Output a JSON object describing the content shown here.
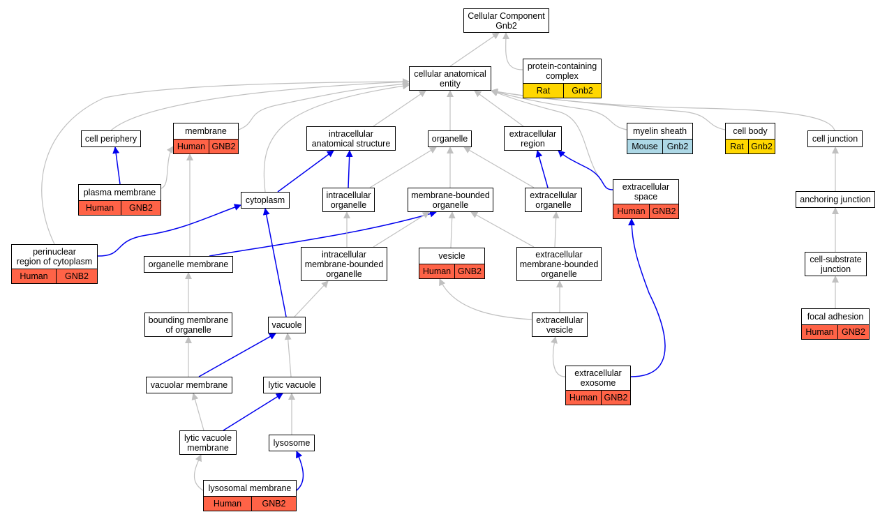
{
  "colors": {
    "edge_grey": "#c0c0c0",
    "edge_blue": "#0000ee",
    "human": "#ff6347",
    "rat": "#ffd700",
    "mouse": "#add8e6"
  },
  "nodes": [
    {
      "id": "root",
      "label": "Cellular Component\nGnb2"
    },
    {
      "id": "cae",
      "label": "cellular anatomical\nentity"
    },
    {
      "id": "pcc",
      "label": "protein-containing\ncomplex",
      "row": {
        "species": "Rat",
        "gene": "Gnb2",
        "color": "#ffd700"
      }
    },
    {
      "id": "cper",
      "label": "cell periphery"
    },
    {
      "id": "memb",
      "label": "membrane",
      "row": {
        "species": "Human",
        "gene": "GNB2",
        "color": "#ff6347"
      }
    },
    {
      "id": "ias",
      "label": "intracellular\nanatomical structure"
    },
    {
      "id": "org",
      "label": "organelle"
    },
    {
      "id": "exreg",
      "label": "extracellular\nregion"
    },
    {
      "id": "myel",
      "label": "myelin sheath",
      "row": {
        "species": "Mouse",
        "gene": "Gnb2",
        "color": "#add8e6"
      }
    },
    {
      "id": "cbody",
      "label": "cell body",
      "row": {
        "species": "Rat",
        "gene": "Gnb2",
        "color": "#ffd700"
      }
    },
    {
      "id": "cjunc",
      "label": "cell junction"
    },
    {
      "id": "pmem",
      "label": "plasma membrane",
      "row": {
        "species": "Human",
        "gene": "GNB2",
        "color": "#ff6347"
      }
    },
    {
      "id": "cyto",
      "label": "cytoplasm"
    },
    {
      "id": "iorg",
      "label": "intracellular\norganelle"
    },
    {
      "id": "mbo",
      "label": "membrane-bounded\norganelle"
    },
    {
      "id": "exorg",
      "label": "extracellular\norganelle"
    },
    {
      "id": "exsp",
      "label": "extracellular\nspace",
      "row": {
        "species": "Human",
        "gene": "GNB2",
        "color": "#ff6347"
      }
    },
    {
      "id": "ajunc",
      "label": "anchoring junction"
    },
    {
      "id": "peri",
      "label": "perinuclear\nregion of cytoplasm",
      "row": {
        "species": "Human",
        "gene": "GNB2",
        "color": "#ff6347"
      }
    },
    {
      "id": "omem",
      "label": "organelle membrane"
    },
    {
      "id": "imbo",
      "label": "intracellular\nmembrane-bounded\norganelle"
    },
    {
      "id": "ves",
      "label": "vesicle",
      "row": {
        "species": "Human",
        "gene": "GNB2",
        "color": "#ff6347"
      }
    },
    {
      "id": "exmbo",
      "label": "extracellular\nmembrane-bounded\norganelle"
    },
    {
      "id": "csj",
      "label": "cell-substrate\njunction"
    },
    {
      "id": "bmo",
      "label": "bounding membrane\nof organelle"
    },
    {
      "id": "vac",
      "label": "vacuole"
    },
    {
      "id": "exves",
      "label": "extracellular\nvesicle"
    },
    {
      "id": "fadh",
      "label": "focal adhesion",
      "row": {
        "species": "Human",
        "gene": "GNB2",
        "color": "#ff6347"
      }
    },
    {
      "id": "vmem",
      "label": "vacuolar membrane"
    },
    {
      "id": "lvac",
      "label": "lytic vacuole"
    },
    {
      "id": "exo",
      "label": "extracellular\nexosome",
      "row": {
        "species": "Human",
        "gene": "GNB2",
        "color": "#ff6347"
      }
    },
    {
      "id": "lvmem",
      "label": "lytic vacuole\nmembrane"
    },
    {
      "id": "lyso",
      "label": "lysosome"
    },
    {
      "id": "lmem",
      "label": "lysosomal membrane",
      "row": {
        "species": "Human",
        "gene": "GNB2",
        "color": "#ff6347"
      }
    }
  ],
  "edges": [
    {
      "from": "cae",
      "to": "root",
      "type": "is_a"
    },
    {
      "from": "pcc",
      "to": "root",
      "type": "is_a"
    },
    {
      "from": "cper",
      "to": "cae",
      "type": "is_a"
    },
    {
      "from": "memb",
      "to": "cae",
      "type": "is_a"
    },
    {
      "from": "ias",
      "to": "cae",
      "type": "is_a"
    },
    {
      "from": "org",
      "to": "cae",
      "type": "is_a"
    },
    {
      "from": "exreg",
      "to": "cae",
      "type": "is_a"
    },
    {
      "from": "myel",
      "to": "cae",
      "type": "is_a"
    },
    {
      "from": "cbody",
      "to": "cae",
      "type": "is_a"
    },
    {
      "from": "cjunc",
      "to": "cae",
      "type": "is_a"
    },
    {
      "from": "cyto",
      "to": "cae",
      "type": "is_a"
    },
    {
      "from": "peri",
      "to": "cae",
      "type": "is_a"
    },
    {
      "from": "exsp",
      "to": "cae",
      "type": "is_a"
    },
    {
      "from": "pmem",
      "to": "cper",
      "type": "part_of"
    },
    {
      "from": "pmem",
      "to": "memb",
      "type": "is_a"
    },
    {
      "from": "omem",
      "to": "memb",
      "type": "is_a"
    },
    {
      "from": "cyto",
      "to": "ias",
      "type": "part_of"
    },
    {
      "from": "iorg",
      "to": "ias",
      "type": "part_of"
    },
    {
      "from": "iorg",
      "to": "org",
      "type": "is_a"
    },
    {
      "from": "mbo",
      "to": "org",
      "type": "is_a"
    },
    {
      "from": "exorg",
      "to": "org",
      "type": "is_a"
    },
    {
      "from": "exorg",
      "to": "exreg",
      "type": "part_of"
    },
    {
      "from": "exsp",
      "to": "exreg",
      "type": "part_of"
    },
    {
      "from": "ajunc",
      "to": "cjunc",
      "type": "is_a"
    },
    {
      "from": "csj",
      "to": "ajunc",
      "type": "is_a"
    },
    {
      "from": "fadh",
      "to": "csj",
      "type": "is_a"
    },
    {
      "from": "peri",
      "to": "cyto",
      "type": "part_of"
    },
    {
      "from": "vac",
      "to": "cyto",
      "type": "part_of"
    },
    {
      "from": "omem",
      "to": "mbo",
      "type": "part_of"
    },
    {
      "from": "imbo",
      "to": "iorg",
      "type": "is_a"
    },
    {
      "from": "imbo",
      "to": "mbo",
      "type": "is_a"
    },
    {
      "from": "ves",
      "to": "mbo",
      "type": "is_a"
    },
    {
      "from": "exmbo",
      "to": "mbo",
      "type": "is_a"
    },
    {
      "from": "exmbo",
      "to": "exorg",
      "type": "is_a"
    },
    {
      "from": "bmo",
      "to": "omem",
      "type": "is_a"
    },
    {
      "from": "vac",
      "to": "imbo",
      "type": "is_a"
    },
    {
      "from": "exves",
      "to": "ves",
      "type": "is_a"
    },
    {
      "from": "exves",
      "to": "exmbo",
      "type": "is_a"
    },
    {
      "from": "vmem",
      "to": "bmo",
      "type": "is_a"
    },
    {
      "from": "vmem",
      "to": "vac",
      "type": "part_of"
    },
    {
      "from": "lvac",
      "to": "vac",
      "type": "is_a"
    },
    {
      "from": "exo",
      "to": "exves",
      "type": "is_a"
    },
    {
      "from": "exo",
      "to": "exsp",
      "type": "part_of"
    },
    {
      "from": "lvmem",
      "to": "vmem",
      "type": "is_a"
    },
    {
      "from": "lvmem",
      "to": "lvac",
      "type": "part_of"
    },
    {
      "from": "lyso",
      "to": "lvac",
      "type": "is_a"
    },
    {
      "from": "lmem",
      "to": "lvmem",
      "type": "is_a"
    },
    {
      "from": "lmem",
      "to": "lyso",
      "type": "part_of"
    }
  ]
}
